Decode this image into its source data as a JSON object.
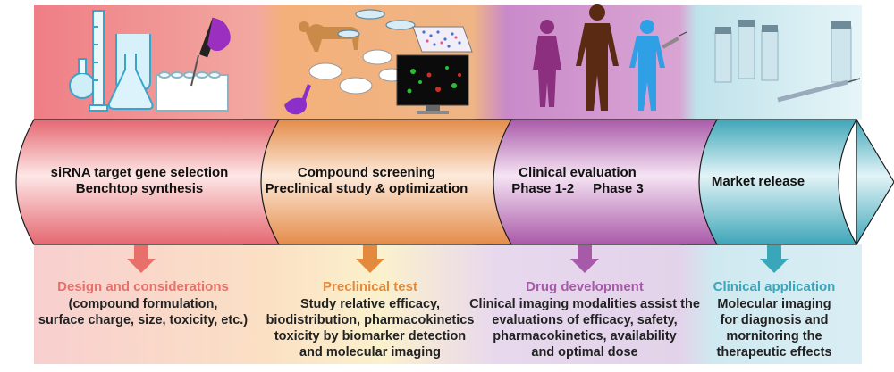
{
  "colors": {
    "stage1": "#e87a80",
    "stage2": "#e8a262",
    "stage3": "#b96fb6",
    "stage4": "#6fbccb",
    "arrow1": "#e8706a",
    "arrow2": "#e48a3c",
    "arrow3": "#a65aa8",
    "arrow4": "#3aa6b9"
  },
  "icons": [
    "lab-glassware-icon",
    "pipette-icon",
    "dog-icon",
    "mice-icon",
    "petri-dish-icon",
    "microplate-icon",
    "microscopy-monitor-icon",
    "human-silhouettes-icon",
    "syringe-icon",
    "vials-icon"
  ],
  "stages": [
    {
      "line1": "siRNA target gene selection",
      "line2": "Benchtop synthesis"
    },
    {
      "line1": "Compound screening",
      "line2": "Preclinical study & optimization"
    },
    {
      "line1": "Clinical evaluation",
      "line2": "Phase 1-2     Phase 3"
    },
    {
      "line1": "Market release",
      "line2": ""
    }
  ],
  "details": [
    {
      "heading": "Design and considerations",
      "lines": [
        "(compound formulation,",
        "surface charge, size, toxicity, etc.)"
      ]
    },
    {
      "heading": "Preclinical test",
      "lines": [
        "Study relative efficacy,",
        "biodistribution, pharmacokinetics",
        "toxicity by biomarker detection",
        "and molecular imaging"
      ]
    },
    {
      "heading": "Drug development",
      "lines": [
        "Clinical imaging modalities assist the",
        "evaluations of efficacy, safety,",
        "pharmacokinetics, availability",
        "and optimal dose"
      ]
    },
    {
      "heading": "Clinical application",
      "lines": [
        "Molecular imaging",
        "for diagnosis and",
        "mornitoring the",
        "therapeutic effects"
      ]
    }
  ]
}
